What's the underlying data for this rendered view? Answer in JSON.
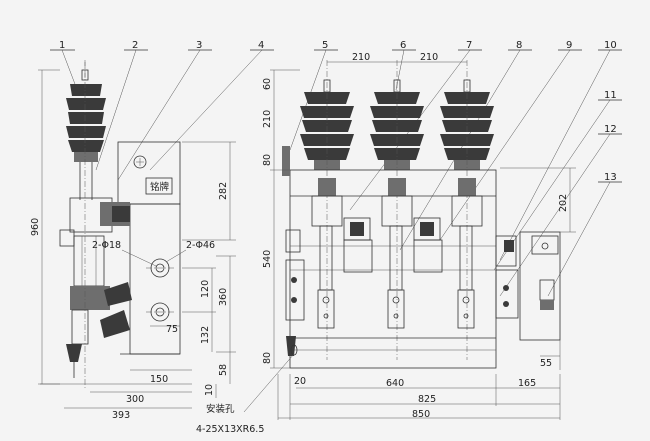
{
  "labels": {
    "callouts": [
      "1",
      "2",
      "3",
      "4",
      "5",
      "6",
      "7",
      "8",
      "9",
      "10",
      "11",
      "12",
      "13"
    ],
    "nameplate": "铭牌",
    "hole_a": "2-Φ18",
    "hole_b": "2-Φ46",
    "mounting": "安装孔",
    "mounting_spec": "4-25X13XR6.5"
  },
  "dims_side": {
    "d960": "960",
    "d282": "282",
    "d360": "360",
    "d120": "120",
    "d132": "132",
    "d58": "58",
    "d75": "75",
    "d10": "10",
    "d150": "150",
    "d300": "300",
    "d393": "393"
  },
  "dims_front": {
    "d210a": "210",
    "d210b": "210",
    "d60": "60",
    "d210v": "210",
    "d80a": "80",
    "d540": "540",
    "d80b": "80",
    "d202": "202",
    "d55": "55",
    "d20": "20",
    "d640": "640",
    "d165": "165",
    "d825": "825",
    "d850": "850"
  }
}
